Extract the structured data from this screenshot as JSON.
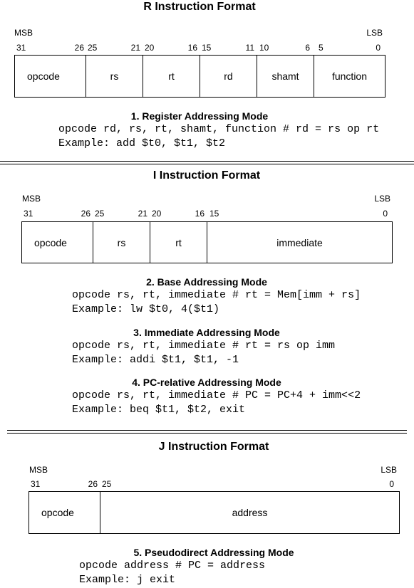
{
  "r_format": {
    "title": "R Instruction Format",
    "msb": "MSB",
    "lsb": "LSB",
    "bits": [
      "31",
      "26",
      "25",
      "21",
      "20",
      "16",
      "15",
      "11",
      "10",
      "6",
      "5",
      "0"
    ],
    "fields": [
      "opcode",
      "rs",
      "rt",
      "rd",
      "shamt",
      "function"
    ],
    "mode_title": "1. Register Addressing Mode",
    "mode_syntax": "opcode rd, rs, rt, shamt, function # rd = rs op rt",
    "mode_example": "Example: add $t0, $t1, $t2"
  },
  "i_format": {
    "title": "I Instruction Format",
    "msb": "MSB",
    "lsb": "LSB",
    "bits": [
      "31",
      "26",
      "25",
      "21",
      "20",
      "16",
      "15",
      "0"
    ],
    "fields": [
      "opcode",
      "rs",
      "rt",
      "immediate"
    ],
    "modes": [
      {
        "title": "2. Base Addressing Mode",
        "syntax": "opcode rs, rt, immediate # rt = Mem[imm + rs]",
        "example": "Example: lw $t0, 4($t1)"
      },
      {
        "title": "3. Immediate Addressing Mode",
        "syntax": "opcode rs, rt, immediate # rt = rs op imm",
        "example": "Example: addi $t1, $t1, -1"
      },
      {
        "title": "4. PC-relative Addressing Mode",
        "syntax": "opcode rs, rt, immediate # PC = PC+4 + imm<<2",
        "example": "Example: beq $t1, $t2, exit"
      }
    ]
  },
  "j_format": {
    "title": "J Instruction Format",
    "msb": "MSB",
    "lsb": "LSB",
    "bits": [
      "31",
      "26",
      "25",
      "0"
    ],
    "fields": [
      "opcode",
      "address"
    ],
    "mode_title": "5. Pseudodirect Addressing Mode",
    "mode_syntax": "opcode address # PC = address",
    "mode_example": "Example: j exit"
  }
}
